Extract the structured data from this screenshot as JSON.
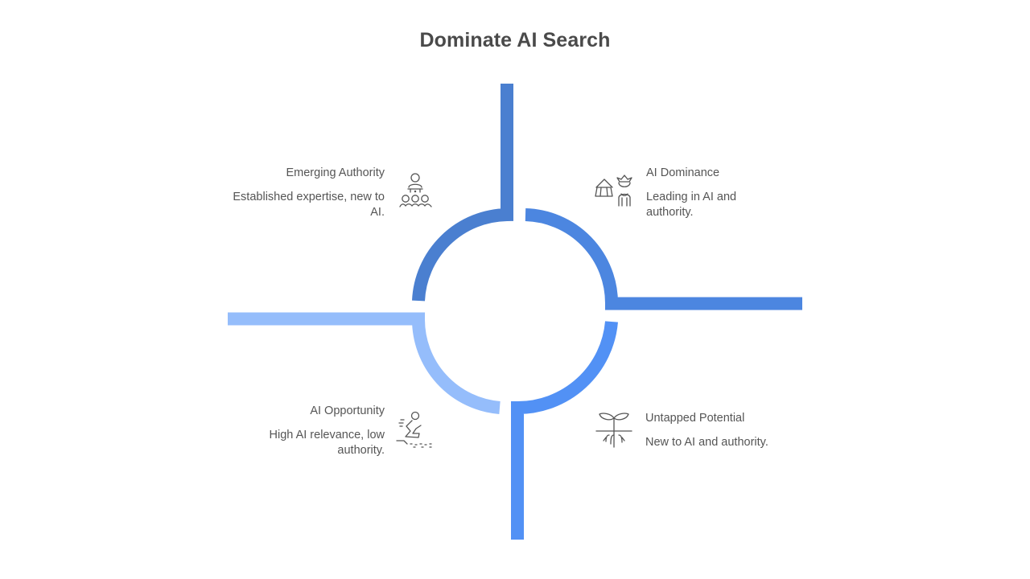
{
  "title": "Dominate AI Search",
  "colors": {
    "top_left": "#4a7fd0",
    "top_right": "#4c86e0",
    "bottom_right": "#5291f5",
    "bottom_left": "#95bdfb",
    "text": "#555555",
    "title": "#4a4a4a"
  },
  "quadrants": {
    "top_left": {
      "heading": "Emerging Authority",
      "description": "Established expertise, new to AI.",
      "icon": "presenter-audience-icon"
    },
    "top_right": {
      "heading": "AI Dominance",
      "description": "Leading in AI and authority.",
      "icon": "king-tent-icon"
    },
    "bottom_left": {
      "heading": "AI Opportunity",
      "description": "High AI relevance, low authority.",
      "icon": "runner-sprint-icon"
    },
    "bottom_right": {
      "heading": "Untapped Potential",
      "description": "New to AI and authority.",
      "icon": "sprout-roots-icon"
    }
  }
}
